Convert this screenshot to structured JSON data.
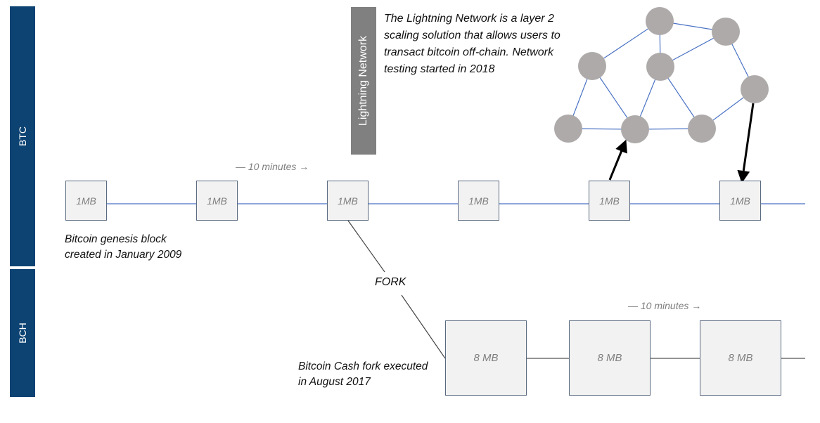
{
  "lanes": {
    "btc": "BTC",
    "bch": "BCH",
    "lightning": "Lightning Network"
  },
  "btc_blocks": [
    "1MB",
    "1MB",
    "1MB",
    "1MB",
    "1MB",
    "1MB"
  ],
  "bch_blocks": [
    "8 MB",
    "8 MB",
    "8 MB"
  ],
  "interval_label": "— 10 minutes →",
  "fork_label": "FORK",
  "notes": {
    "genesis_line1": "Bitcoin genesis block",
    "genesis_line2": "created in January 2009",
    "bch_line1": "Bitcoin Cash fork executed",
    "bch_line2": "in August 2017",
    "lightning": "The Lightning Network is a layer 2 scaling solution that allows users to transact bitcoin off-chain. Network testing started in 2018"
  },
  "network": {
    "nodes": [
      "A",
      "B",
      "C",
      "D",
      "E",
      "F",
      "G",
      "H"
    ],
    "edges": [
      [
        "A",
        "C"
      ],
      [
        "A",
        "B"
      ],
      [
        "A",
        "D"
      ],
      [
        "B",
        "D"
      ],
      [
        "B",
        "E"
      ],
      [
        "C",
        "F"
      ],
      [
        "C",
        "G"
      ],
      [
        "D",
        "G"
      ],
      [
        "D",
        "H"
      ],
      [
        "F",
        "G"
      ],
      [
        "G",
        "H"
      ],
      [
        "H",
        "E"
      ]
    ],
    "links_to_chain": [
      {
        "block_index": 4,
        "node": "G",
        "direction": "up"
      },
      {
        "block_index": 5,
        "node": "E",
        "direction": "down"
      }
    ]
  },
  "colors": {
    "lane_bar": "#0d4373",
    "lightning_bar": "#808080",
    "btc_chain_line": "#4a72c4",
    "bch_chain_line": "#555555",
    "node_fill": "#aeaaaa",
    "block_fill": "#f2f2f2"
  }
}
